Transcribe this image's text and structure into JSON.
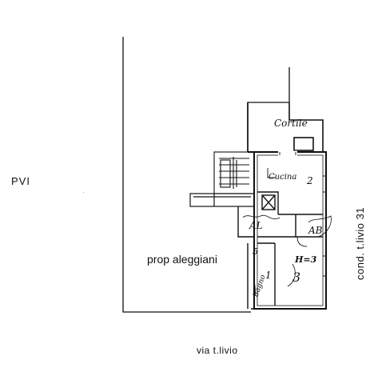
{
  "labels": {
    "pvi": "PVI",
    "prop_aleggiani": "prop aleggiani",
    "via_livio": "via t.livio",
    "cond_livio": "cond. t.livio 31",
    "cortile": "Cortile",
    "cucina": "Cucina",
    "room_h": "H=3",
    "room_num_2": "2",
    "room_num_3": "3",
    "room_num_5": "5",
    "room_num_1": "1",
    "code_al": "AL",
    "code_ab": "AB",
    "bagno": "Bagno"
  },
  "colors": {
    "ink": "#111111",
    "paper": "#ffffff"
  }
}
